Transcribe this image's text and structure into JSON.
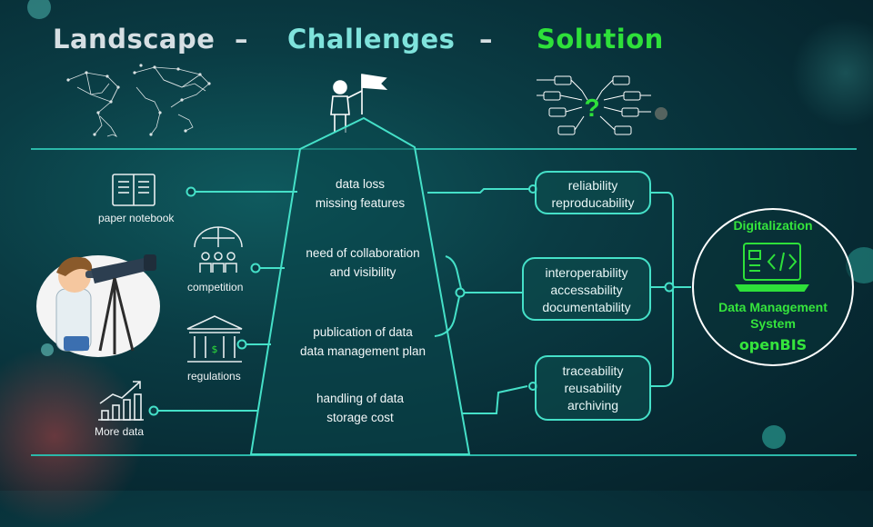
{
  "header": {
    "landscape": "Landscape",
    "dash1": "–",
    "challenges": "Challenges",
    "dash2": "–",
    "solution": "Solution"
  },
  "landscape_items": [
    {
      "label": "paper notebook",
      "icon": "notebook-icon"
    },
    {
      "label": "competition",
      "icon": "competition-icon"
    },
    {
      "label": "regulations",
      "icon": "bank-icon"
    },
    {
      "label": "More data",
      "icon": "growth-chart-icon"
    }
  ],
  "challenges": [
    {
      "line1": "data loss",
      "line2": "missing features"
    },
    {
      "line1": "need of collaboration",
      "line2": "and visibility"
    },
    {
      "line1": "publication of data",
      "line2": "data management plan"
    },
    {
      "line1": "handling of data",
      "line2": "storage cost"
    }
  ],
  "solutions": [
    {
      "lines": [
        "reliability",
        "reproducability"
      ]
    },
    {
      "lines": [
        "interoperability",
        "accessability",
        "documentability"
      ]
    },
    {
      "lines": [
        "traceability",
        "reusability",
        "archiving"
      ]
    }
  ],
  "result": {
    "digitalization": "Digitalization",
    "dms_line1": "Data Management",
    "dms_line2": "System",
    "product": "openBIS"
  },
  "colors": {
    "accent_cyan": "#45e0c8",
    "solution_green": "#2ee03a",
    "line": "#2bb8a9"
  }
}
